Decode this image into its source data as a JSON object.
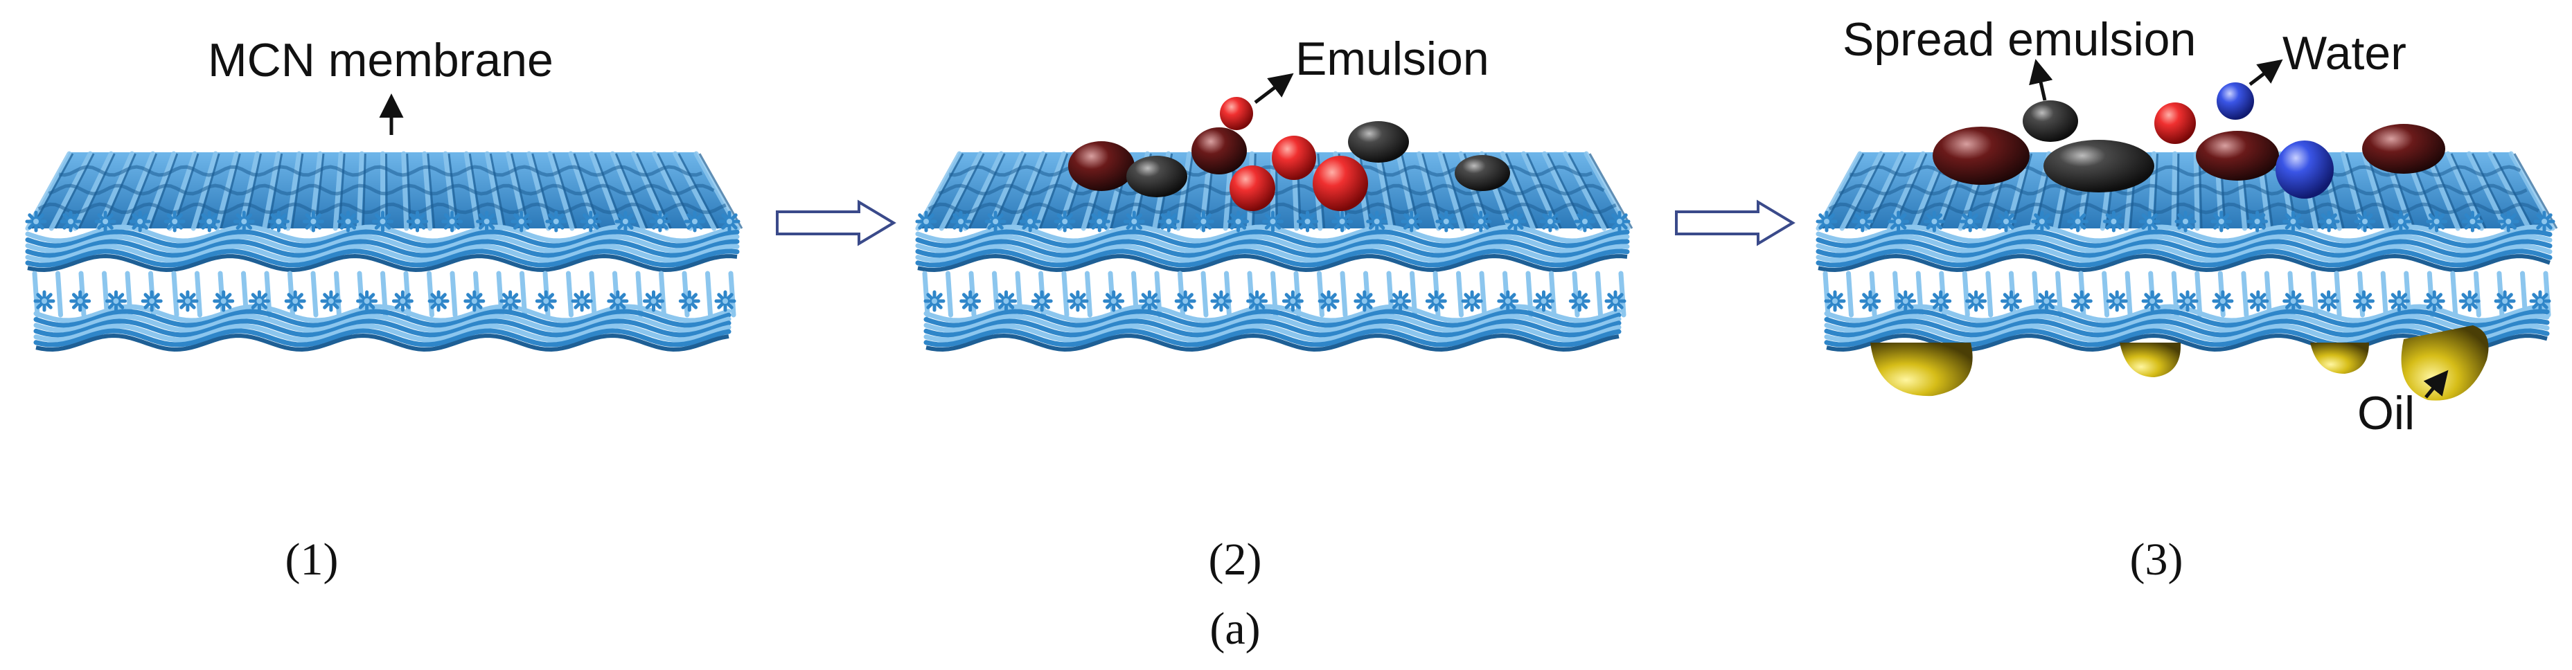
{
  "figure": {
    "panels": [
      {
        "caption": "(1)",
        "labels": [
          {
            "text": "MCN membrane"
          }
        ]
      },
      {
        "caption": "(2)",
        "labels": [
          {
            "text": "Emulsion"
          }
        ]
      },
      {
        "caption": "(3)",
        "labels": [
          {
            "text": "Spread emulsion"
          },
          {
            "text": "Water"
          },
          {
            "text": "Oil"
          }
        ]
      }
    ],
    "subfigure_caption": "(a)"
  },
  "colors": {
    "fiber": "#2f86c9",
    "fiber_dark": "#1e5f95",
    "fiber_light": "#8cc6ee",
    "emulsion_red": "#e02020",
    "dark_drop": "#2b2b2b",
    "water_blue": "#2f47d8",
    "oil_yellow": "#d8c21c",
    "arrow_outline": "#3a4a8a"
  }
}
